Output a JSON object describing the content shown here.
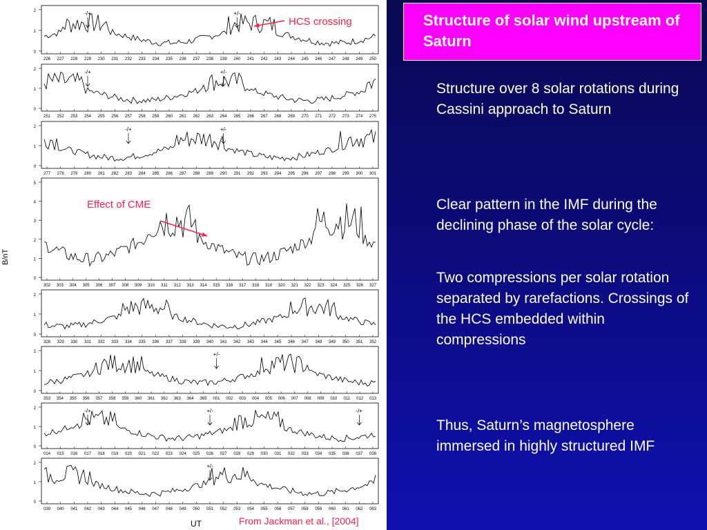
{
  "slide": {
    "title": "Structure of solar wind upstream of Saturn",
    "bullets": [
      "Structure over 8 solar rotations during Cassini approach to Saturn",
      "Clear pattern in the IMF during the declining phase of the solar cycle:",
      "Two compressions per solar rotation separated by rarefactions.  Crossings of the HCS embedded within compressions",
      "Thus, Saturn’s magnetosphere immersed in highly structured IMF"
    ]
  },
  "figure": {
    "annotations": {
      "hcs_crossing": "HCS crossing",
      "cme": "Effect of CME",
      "source": "From Jackman et al., [2004]"
    },
    "ylabel": "B/nT",
    "xlabel": "UT",
    "colors": {
      "annotation": "#ff1a4a",
      "title_box": "#ff00ff",
      "background": "#0b0b7a"
    },
    "panels": [
      {
        "days": [
          "226",
          "227",
          "228",
          "229",
          "230",
          "231",
          "232",
          "233",
          "234",
          "235",
          "236",
          "237",
          "238",
          "239",
          "240",
          "241",
          "242",
          "243",
          "244",
          "245",
          "246",
          "247",
          "248",
          "249",
          "250"
        ],
        "markers": [
          {
            "label": "-/+",
            "day": "229"
          },
          {
            "label": "+/-",
            "day": "240"
          }
        ],
        "yticks": [
          "2",
          "1",
          "0"
        ]
      },
      {
        "days": [
          "251",
          "252",
          "253",
          "254",
          "255",
          "256",
          "257",
          "258",
          "259",
          "260",
          "261",
          "262",
          "263",
          "264",
          "265",
          "266",
          "267",
          "268",
          "269",
          "270",
          "271",
          "272",
          "273",
          "274",
          "275"
        ],
        "markers": [
          {
            "label": "-/+",
            "day": "254"
          },
          {
            "label": "+/-",
            "day": "264"
          }
        ],
        "yticks": [
          "2",
          "1",
          "0"
        ]
      },
      {
        "days": [
          "277",
          "278",
          "279",
          "280",
          "281",
          "282",
          "283",
          "284",
          "285",
          "286",
          "287",
          "288",
          "289",
          "290",
          "291",
          "292",
          "293",
          "294",
          "295",
          "296",
          "297",
          "298",
          "299",
          "300",
          "301"
        ],
        "markers": [
          {
            "label": "-/+",
            "day": "283"
          },
          {
            "label": "+/-",
            "day": "290"
          }
        ],
        "yticks": [
          "2",
          "1",
          "0"
        ]
      },
      {
        "days": [
          "302",
          "303",
          "304",
          "305",
          "306",
          "307",
          "308",
          "309",
          "310",
          "311",
          "312",
          "313",
          "314",
          "315",
          "316",
          "317",
          "318",
          "319",
          "320",
          "321",
          "322",
          "323",
          "324",
          "325",
          "326",
          "327"
        ],
        "markers": [],
        "yticks": [
          "5",
          "4",
          "3",
          "2",
          "1",
          "0"
        ]
      },
      {
        "days": [
          "328",
          "329",
          "330",
          "331",
          "332",
          "333",
          "334",
          "335",
          "336",
          "337",
          "338",
          "339",
          "340",
          "341",
          "342",
          "343",
          "344",
          "345",
          "346",
          "347",
          "348",
          "349",
          "350",
          "351",
          "352"
        ],
        "markers": [],
        "yticks": [
          "2",
          "1",
          "0"
        ]
      },
      {
        "days": [
          "353",
          "354",
          "355",
          "356",
          "357",
          "358",
          "359",
          "360",
          "361",
          "362",
          "363",
          "364",
          "365",
          "001",
          "002",
          "003",
          "004",
          "005",
          "006",
          "007",
          "008",
          "009",
          "010",
          "011",
          "012",
          "013"
        ],
        "markers": [
          {
            "label": "+/-",
            "day": "001"
          }
        ],
        "yticks": [
          "2",
          "1",
          "0"
        ]
      },
      {
        "days": [
          "014",
          "015",
          "016",
          "017",
          "018",
          "019",
          "020",
          "021",
          "022",
          "023",
          "024",
          "025",
          "026",
          "027",
          "028",
          "029",
          "030",
          "031",
          "032",
          "033",
          "034",
          "035",
          "036",
          "037",
          "038"
        ],
        "markers": [
          {
            "label": "-/+",
            "day": "017"
          },
          {
            "label": "+/-",
            "day": "026"
          },
          {
            "label": "-/+",
            "day": "037"
          }
        ],
        "yticks": [
          "2",
          "1",
          "0"
        ]
      },
      {
        "days": [
          "039",
          "040",
          "041",
          "042",
          "043",
          "044",
          "045",
          "046",
          "047",
          "048",
          "049",
          "050",
          "051",
          "052",
          "053",
          "054",
          "055",
          "056",
          "057",
          "058",
          "059",
          "060",
          "061",
          "062",
          "063"
        ],
        "markers": [
          {
            "label": "+/-",
            "day": "051"
          }
        ],
        "yticks": [
          "2",
          "1",
          "0"
        ]
      }
    ]
  }
}
